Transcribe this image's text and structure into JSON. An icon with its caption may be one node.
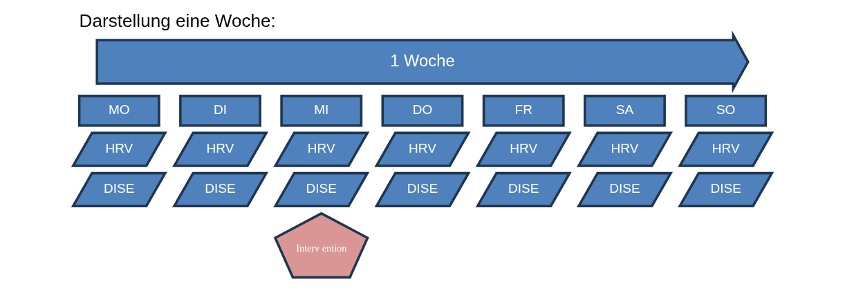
{
  "diagram": {
    "title": "Darstellung eine Woche:",
    "nodes": [
      {
        "text": [
          "1 Woche"
        ]
      },
      {
        "text": [
          "MO"
        ]
      },
      {
        "text": [
          "DI"
        ]
      },
      {
        "text": [
          "MI"
        ]
      },
      {
        "text": [
          "DO"
        ]
      },
      {
        "text": [
          "FR"
        ]
      },
      {
        "text": [
          "SA"
        ]
      },
      {
        "text": [
          "SO"
        ]
      },
      {
        "text": [
          "HRV"
        ]
      },
      {
        "text": [
          "HRV"
        ]
      },
      {
        "text": [
          "HRV"
        ]
      },
      {
        "text": [
          "HRV"
        ]
      },
      {
        "text": [
          "HRV"
        ]
      },
      {
        "text": [
          "HRV"
        ]
      },
      {
        "text": [
          "HRV"
        ]
      },
      {
        "text": [
          "DISE"
        ]
      },
      {
        "text": [
          "DISE"
        ]
      },
      {
        "text": [
          "DISE"
        ]
      },
      {
        "text": [
          "DISE"
        ]
      },
      {
        "text": [
          "DISE"
        ]
      },
      {
        "text": [
          "DISE"
        ]
      },
      {
        "text": [
          "DISE"
        ]
      },
      {
        "text": [
          "Interv ention"
        ]
      }
    ]
  }
}
